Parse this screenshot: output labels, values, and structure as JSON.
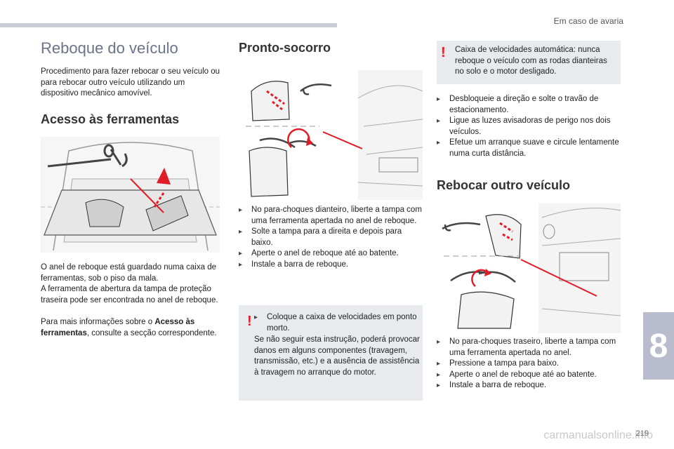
{
  "header": {
    "chapter_title": "Em caso de avaria",
    "chapter_number": "8",
    "page_number": "219"
  },
  "watermark": "carmanualsonline.info",
  "left": {
    "title": "Reboque do veículo",
    "intro": "Procedimento para fazer rebocar o seu veículo ou para rebocar outro veículo utilizando um dispositivo mecânico amovível.",
    "tools_heading": "Acesso às ferramentas",
    "tools_text_1": "O anel de reboque está guardado numa caixa de ferramentas, sob o piso da mala.",
    "tools_text_2": "A ferramenta de abertura da tampa de proteção traseira pode ser encontrada no anel de reboque.",
    "tools_text_3a": "Para mais informações sobre o ",
    "tools_text_3b": "Acesso às ferramentas",
    "tools_text_3c": ", consulte a secção correspondente."
  },
  "middle": {
    "heading": "Pronto-socorro",
    "steps": [
      "No para-choques dianteiro, liberte a tampa com uma ferramenta apertada no anel de reboque.",
      "Solte a tampa para a direita e depois para baixo.",
      "Aperte o anel de reboque até ao batente.",
      "Instale a barra de reboque."
    ],
    "warning_item": "Coloque a caixa de velocidades em ponto morto.",
    "warning_text": "Se não seguir esta instrução, poderá provocar danos em alguns componentes (travagem, transmissão, etc.) e a ausência de assistência à travagem no arranque do motor."
  },
  "right": {
    "warning": "Caixa de velocidades automática: nunca reboque o veículo com as rodas dianteiras no solo e o motor desligado.",
    "steps": [
      "Desbloqueie a direção e solte o travão de estacionamento.",
      "Ligue as luzes avisadoras de perigo nos dois veículos.",
      "Efetue um arranque suave e circule lentamente numa curta distância."
    ],
    "heading": "Rebocar outro veículo",
    "steps2": [
      "No para-choques traseiro, liberte a tampa com uma ferramenta apertada no anel.",
      "Pressione a tampa para baixo.",
      "Aperte o anel de reboque até ao batente.",
      "Instale a barra de reboque."
    ]
  },
  "icons": {
    "bullet": "arrow-right-icon",
    "warning": "exclamation-icon"
  },
  "colors": {
    "accent_red": "#e11c26",
    "title_grey": "#6a7388",
    "tab_bg": "#b9bccd",
    "box_bg": "#e9eaee"
  }
}
